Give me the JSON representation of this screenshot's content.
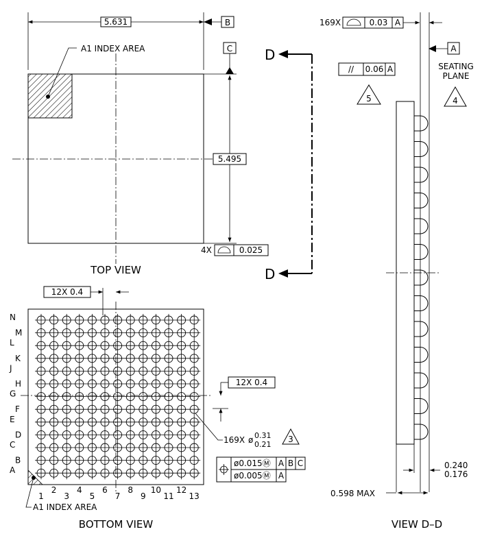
{
  "top_view": {
    "width_dim": "5.631",
    "height_dim": "5.495",
    "datum_b": "B",
    "datum_c": "C",
    "index_label": "A1 INDEX AREA",
    "flatness_count": "4X",
    "flatness_value": "0.025",
    "title": "TOP VIEW"
  },
  "section_markers": {
    "top": "D",
    "bottom": "D"
  },
  "bottom_view": {
    "row_labels": [
      "N",
      "M",
      "L",
      "K",
      "J",
      "H",
      "G",
      "F",
      "E",
      "D",
      "C",
      "B",
      "A"
    ],
    "col_labels": [
      "1",
      "2",
      "3",
      "4",
      "5",
      "6",
      "7",
      "8",
      "9",
      "10",
      "11",
      "12",
      "13"
    ],
    "pitch_x": "12X 0.4",
    "pitch_y": "12X 0.4",
    "ball_count": "169X",
    "ball_dia_upper": "0.31",
    "ball_dia_lower": "0.21",
    "note_3": "3",
    "tol_row1": [
      "ø0.015Ⓜ",
      "A",
      "B",
      "C"
    ],
    "tol_row2": [
      "ø0.005Ⓜ",
      "A"
    ],
    "index_label": "A1 INDEX AREA",
    "title": "BOTTOM VIEW"
  },
  "side_view": {
    "coplanarity_count": "169X",
    "coplanarity_value": "0.03",
    "coplanarity_datum": "A",
    "datum_a": "A",
    "seating_line1": "SEATING",
    "seating_line2": "PLANE",
    "note_4": "4",
    "parallel_symbol": "//",
    "parallel_value": "0.06",
    "parallel_datum": "A",
    "note_5": "5",
    "standoff_max": "0.240",
    "standoff_min": "0.176",
    "total_height": "0.598 MAX",
    "title": "VIEW D–D"
  }
}
